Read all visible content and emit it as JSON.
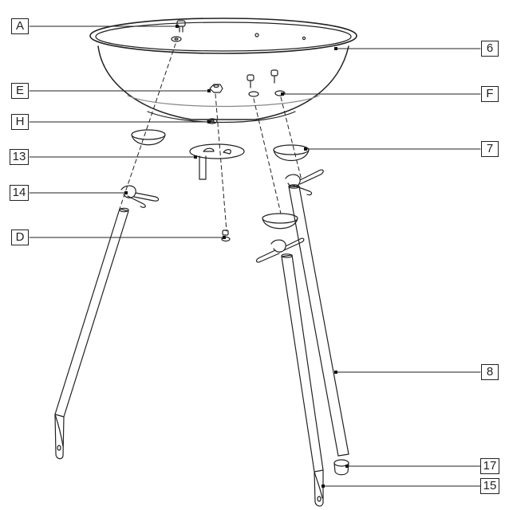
{
  "callouts": {
    "A": "A",
    "E": "E",
    "H": "H",
    "c13": "13",
    "c14": "14",
    "D": "D",
    "c6": "6",
    "F": "F",
    "c7": "7",
    "c8": "8",
    "c17": "17",
    "c15": "15"
  }
}
